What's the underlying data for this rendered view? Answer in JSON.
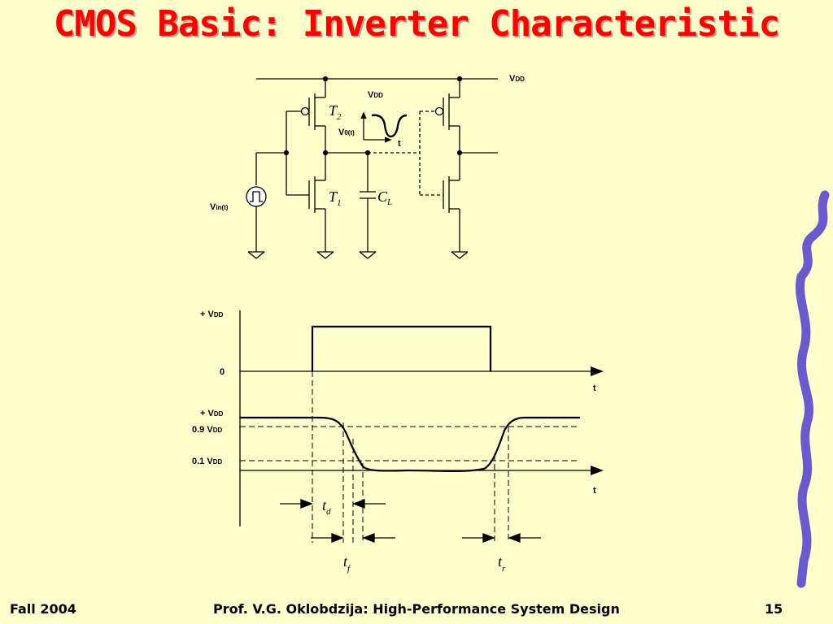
{
  "title": "CMOS Basic: Inverter Characteristic",
  "circuit": {
    "vdd_rail": "V",
    "vdd_rail_sub": "DD",
    "vdd_source": "V",
    "vdd_source_sub": "DD",
    "vout": "V",
    "vout_sub": "0(t)",
    "time": "t",
    "vin": "V",
    "vin_sub": "in(t)",
    "t2": "T",
    "t2_sub": "2",
    "t1": "T",
    "t1_sub": "1",
    "cl": "C",
    "cl_sub": "L"
  },
  "waveform": {
    "input_high": "+ V",
    "input_high_sub": "DD",
    "input_zero": "0",
    "input_t": "t",
    "output_high": "+ V",
    "output_high_sub": "DD",
    "output_90": "0.9 V",
    "output_90_sub": "DD",
    "output_10": "0.1 V",
    "output_10_sub": "DD",
    "output_t": "t",
    "td": "t",
    "td_sub": "d",
    "tf": "t",
    "tf_sub": "f",
    "tr": "t",
    "tr_sub": "r"
  },
  "footer": {
    "left": "Fall 2004",
    "center": "Prof. V.G. Oklobdzija: High-Performance System Design",
    "right": "15"
  },
  "colors": {
    "title": "#ff0000",
    "background": "#ffffcc",
    "squiggle": "#6a5acd"
  }
}
